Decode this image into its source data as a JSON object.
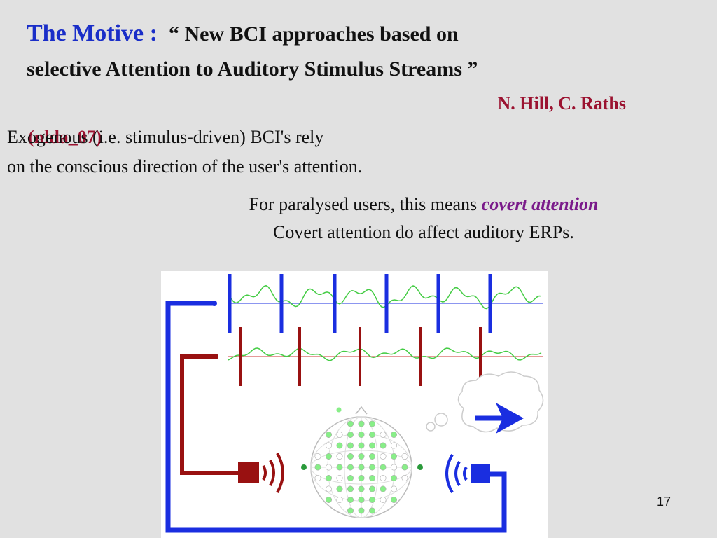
{
  "slide": {
    "title_prefix": "The Motive :",
    "title_quote_line1": "“ New BCI approaches based on",
    "title_quote_line2": "selective Attention to Auditory Stimulus Streams ”",
    "authors": "N. Hill, C. Raths",
    "venue": "(nlda_07)",
    "body_line1": "Exogenous (i.e. stimulus-driven) BCI's rely",
    "body_line2": "on the conscious direction of the user's attention.",
    "para_prefix": "For paralysed users, this means ",
    "para_emphasis": "covert attention",
    "para_line2": "Covert attention do affect auditory ERPs.",
    "page_number": "17"
  },
  "figure": {
    "colors": {
      "blue_stream": "#1a2ee0",
      "red_stream": "#991111",
      "eeg_trace": "#44cc44",
      "electrode": "#88ee88"
    },
    "icons": [
      "speaker-left-icon",
      "speaker-right-icon",
      "thought-bubble-icon",
      "arrow-right-icon",
      "head-electrode-map-icon"
    ]
  }
}
